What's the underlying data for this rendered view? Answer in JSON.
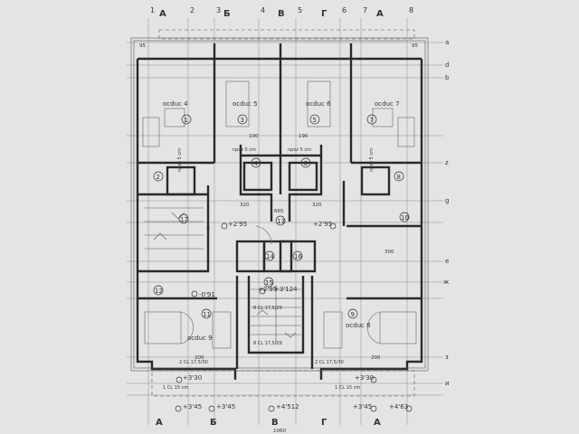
{
  "drawing": {
    "axis_columns": [
      "1",
      "2",
      "3",
      "4",
      "5",
      "6",
      "7",
      "8"
    ],
    "axis_rows": [
      "a",
      "d",
      "b",
      "z",
      "g",
      "e",
      "ж",
      "з",
      "и"
    ],
    "section_marks_top": [
      "A",
      "Б",
      "B",
      "Г",
      "A"
    ],
    "section_marks_bottom": [
      "A",
      "Б",
      "B",
      "Г",
      "A"
    ],
    "rooms": [
      {
        "num": "1",
        "label": "ocduc 4"
      },
      {
        "num": "3",
        "label": "ocduc 5"
      },
      {
        "num": "5",
        "label": "ocduc 6"
      },
      {
        "num": "7",
        "label": "ocduc 7"
      },
      {
        "num": "2"
      },
      {
        "num": "4"
      },
      {
        "num": "6"
      },
      {
        "num": "8"
      },
      {
        "num": "10"
      },
      {
        "num": "13"
      },
      {
        "num": "14"
      },
      {
        "num": "15"
      },
      {
        "num": "16"
      },
      {
        "num": "17"
      },
      {
        "num": "12"
      },
      {
        "num": "11",
        "label": "ocduc 9"
      },
      {
        "num": "9",
        "label": "ocduc 8"
      }
    ],
    "notes": [
      "npoz 5 cm",
      "npoz 5 cm",
      "npoz 5 cm",
      "npoz 5 cm",
      "2 CL 17,5/30",
      "2 CL 17,5/30",
      "1 CL 15 cm",
      "1 CL 15 cm",
      "8 CL 17,5/29",
      "8 CL 17,5/29"
    ],
    "levels": [
      "+2'95",
      "+2'95",
      "-0'91",
      "+2'95",
      "+3'124",
      "+3'30",
      "+3'30",
      "+3'45",
      "+3'45",
      "+4'512",
      "+3'45",
      "+4'63"
    ],
    "dimensions": [
      "95",
      "95",
      "665",
      "1060",
      "190",
      "190",
      "320",
      "320",
      "200",
      "200",
      "300"
    ]
  }
}
